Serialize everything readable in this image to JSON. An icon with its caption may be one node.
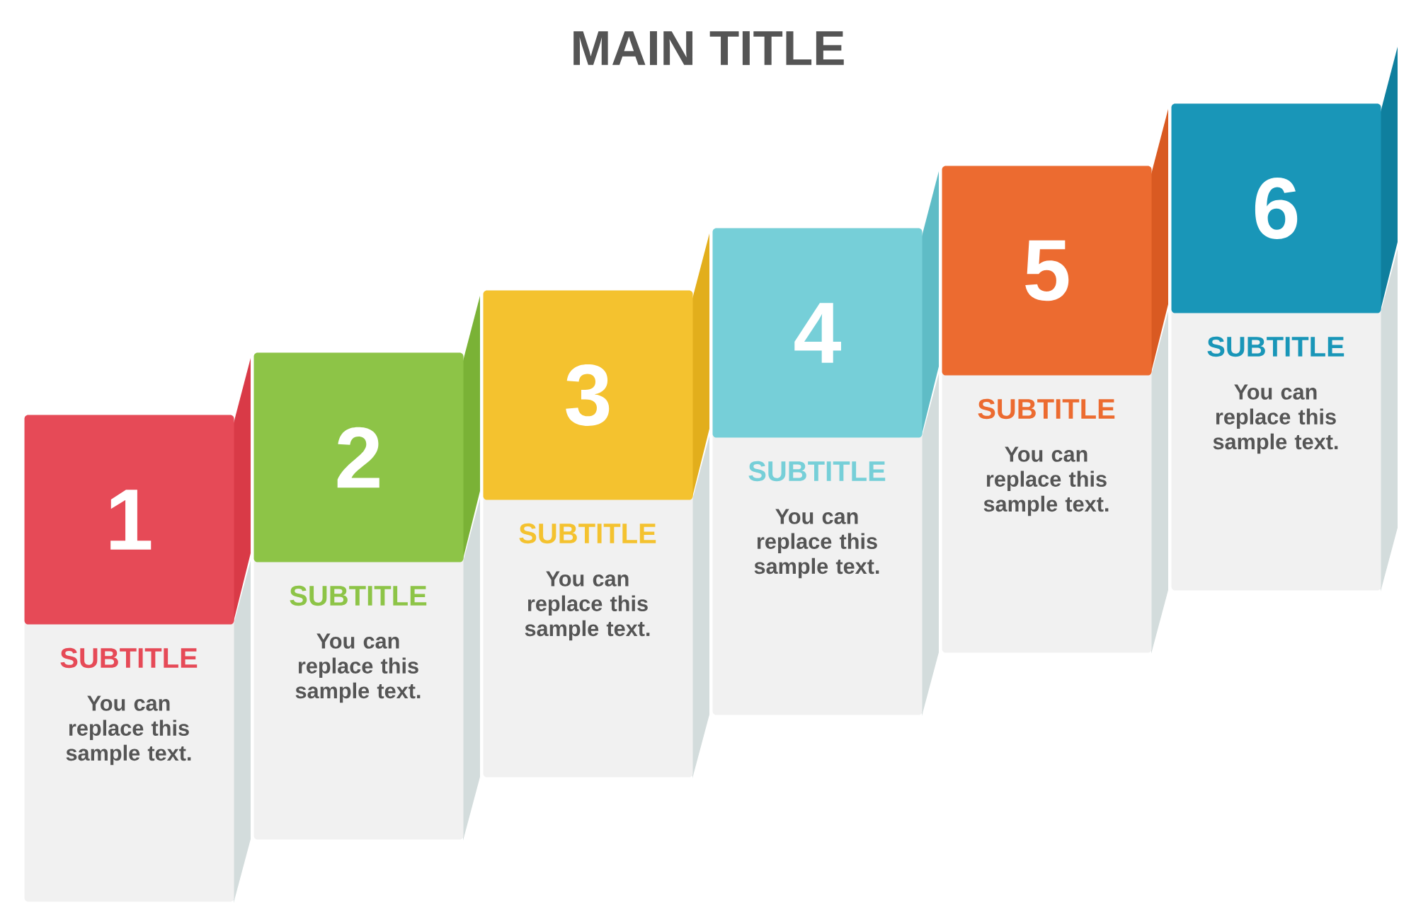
{
  "diagram": {
    "title": "MAIN TITLE",
    "nodes": [
      {
        "text": [
          "SUBTITLE",
          "You can replace this sample text."
        ]
      },
      {
        "text": [
          "1"
        ],
        "in": 0
      },
      {
        "text": [
          "SUBTITLE",
          "You can replace this sample text."
        ]
      },
      {
        "text": [
          "2"
        ],
        "in": 2
      },
      {
        "text": [
          "SUBTITLE",
          "You can replace this sample text."
        ]
      },
      {
        "text": [
          "3"
        ],
        "in": 4
      },
      {
        "text": [
          "SUBTITLE",
          "You can replace this sample text."
        ]
      },
      {
        "text": [
          "4"
        ],
        "in": 6
      },
      {
        "text": [
          "SUBTITLE",
          "You can replace this sample text."
        ]
      },
      {
        "text": [
          "5"
        ],
        "in": 8
      },
      {
        "text": [
          "SUBTITLE",
          "You can replace this sample text."
        ]
      },
      {
        "text": [
          "6"
        ],
        "in": 10
      }
    ]
  }
}
